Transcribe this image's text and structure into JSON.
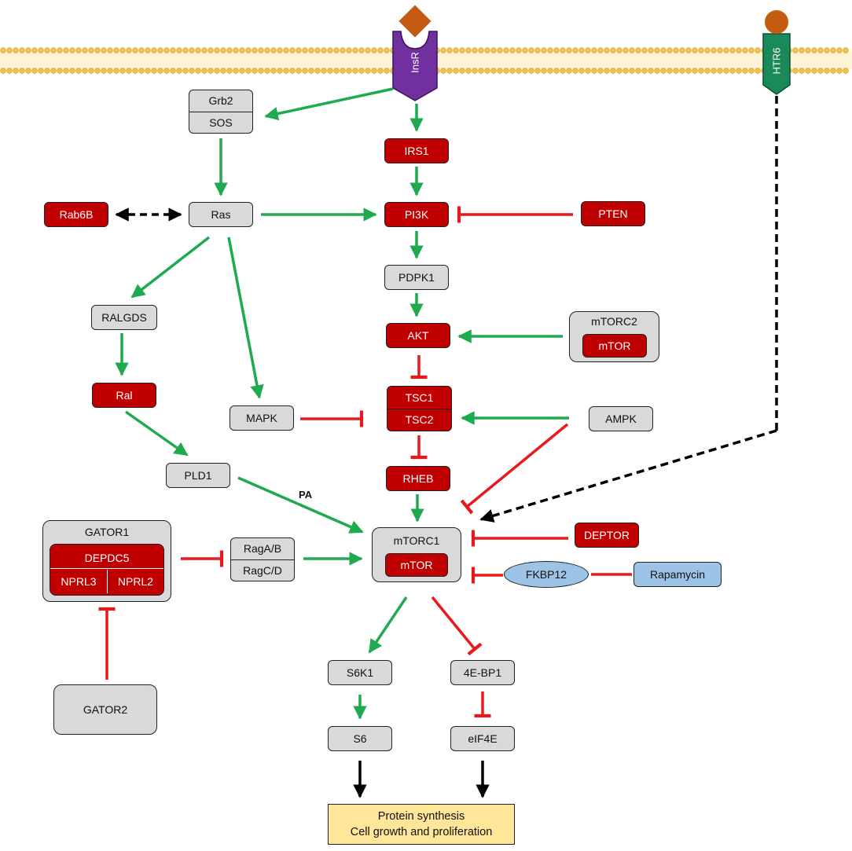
{
  "receptors": {
    "insr": "InsR",
    "htr6": "HTR6"
  },
  "nodes": {
    "grb2": "Grb2",
    "sos": "SOS",
    "irs1": "IRS1",
    "rab6b": "Rab6B",
    "ras": "Ras",
    "pi3k": "PI3K",
    "pten": "PTEN",
    "pdpk1": "PDPK1",
    "ralgds": "RALGDS",
    "akt": "AKT",
    "mtorc2": "mTORC2",
    "mtor2": "mTOR",
    "ral": "Ral",
    "mapk": "MAPK",
    "tsc1": "TSC1",
    "tsc2": "TSC2",
    "ampk": "AMPK",
    "pld1": "PLD1",
    "rheb": "RHEB",
    "gator1": "GATOR1",
    "depdc5": "DEPDC5",
    "nprl3": "NPRL3",
    "nprl2": "NPRL2",
    "raga_b": "RagA/B",
    "ragc_d": "RagC/D",
    "mtorc1": "mTORC1",
    "mtor1": "mTOR",
    "deptor": "DEPTOR",
    "fkbp12": "FKBP12",
    "rapamycin": "Rapamycin",
    "gator2": "GATOR2",
    "s6k1": "S6K1",
    "eb4p1": "4E-BP1",
    "s6": "S6",
    "eif4e": "eIF4E"
  },
  "edge_labels": {
    "pa": "PA"
  },
  "outcome": {
    "line1": "Protein synthesis",
    "line2": "Cell growth and proliferation"
  },
  "colors": {
    "activation": "#1faa4f",
    "inhibition": "#e8191c",
    "unknown": "#000000",
    "insr": "#7030a0",
    "htr6": "#1a8a5a",
    "ligand": "#c55a11",
    "membrane_head": "#f2c14e",
    "key_node": "#c00000",
    "neutral_node": "#d9d9d9"
  }
}
